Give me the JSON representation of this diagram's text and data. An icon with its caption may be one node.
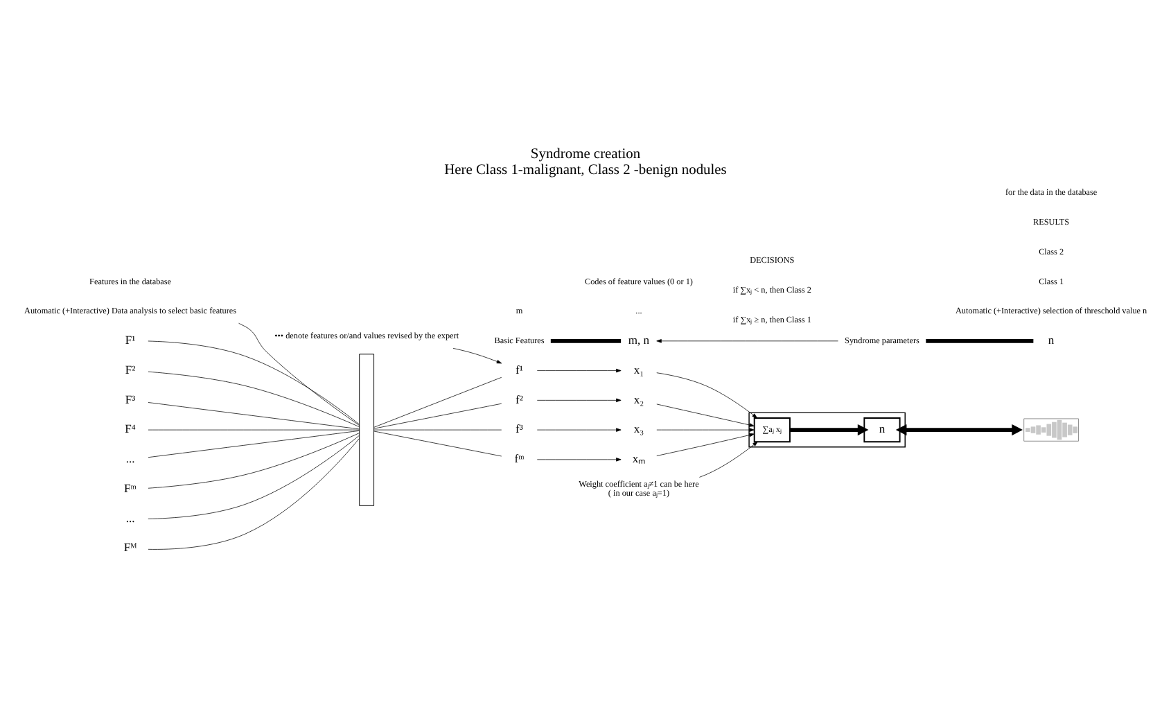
{
  "diagram": {
    "title": "Syndrome creation",
    "caption": "Here Class 1-malignant, Class 2 -benign nodules",
    "nodes": [
      {
        "text": [
          "Automatic (+Interactive) Data analysis to select basic features"
        ]
      },
      {
        "text": [
          "••• denote features or/and values revised by the expert"
        ]
      },
      {
        "text": [
          "Weight coefficient aⱼ≠1 can be here",
          "( in our case aⱼ=1)"
        ]
      },
      {
        "text": [
          "F¹"
        ]
      },
      {
        "text": [
          "F²"
        ]
      },
      {
        "text": [
          "F³"
        ]
      },
      {
        "text": [
          "F⁴"
        ]
      },
      {
        "text": [
          "..."
        ]
      },
      {
        "text": [
          "Fᵐ"
        ]
      },
      {
        "text": [
          "..."
        ]
      },
      {
        "text": [
          "Fᴹ"
        ]
      },
      {
        "text": [],
        "shape": "box"
      },
      {
        "text": [
          "f¹"
        ]
      },
      {
        "text": [
          "f²"
        ]
      },
      {
        "text": [
          "f³"
        ]
      },
      {
        "text": [
          "fᵐ"
        ]
      },
      {
        "text": [
          "x₁"
        ]
      },
      {
        "text": [
          "x₂"
        ]
      },
      {
        "text": [
          "x₃"
        ]
      },
      {
        "text": [
          "xₘ"
        ]
      },
      {
        "text": [],
        "shape": "box"
      },
      {
        "text": [
          "∑aⱼ xⱼ"
        ],
        "in": 20
      },
      {
        "text": [
          "n"
        ],
        "in": 20
      },
      {
        "text": [],
        "shape": "picture"
      },
      {
        "text": [
          "n"
        ]
      },
      {
        "text": [
          "Syndrome parameters"
        ]
      },
      {
        "text": [
          "m, n"
        ]
      },
      {
        "text": [
          "Basic Features"
        ]
      }
    ],
    "edges": [
      {
        "from": 0,
        "to": 11,
        "arrow": "none"
      },
      {
        "from": 1,
        "to": 12,
        "arrow": "to"
      },
      {
        "from": 2,
        "to": 21,
        "arrow": "to"
      },
      {
        "from": 3,
        "to": 11,
        "arrow": "none"
      },
      {
        "from": 4,
        "to": 11,
        "arrow": "none"
      },
      {
        "from": 5,
        "to": 11,
        "arrow": "none"
      },
      {
        "from": 6,
        "to": 11,
        "arrow": "none"
      },
      {
        "from": 7,
        "to": 11,
        "arrow": "none"
      },
      {
        "from": 8,
        "to": 11,
        "arrow": "none"
      },
      {
        "from": 9,
        "to": 11,
        "arrow": "none"
      },
      {
        "from": 10,
        "to": 11,
        "arrow": "none"
      },
      {
        "from": 11,
        "to": 12,
        "arrow": "none"
      },
      {
        "from": 11,
        "to": 13,
        "arrow": "none"
      },
      {
        "from": 11,
        "to": 14,
        "arrow": "none"
      },
      {
        "from": 11,
        "to": 15,
        "arrow": "none"
      },
      {
        "from": 12,
        "to": 16,
        "arrow": "to"
      },
      {
        "from": 13,
        "to": 17,
        "arrow": "to"
      },
      {
        "from": 14,
        "to": 18,
        "arrow": "to"
      },
      {
        "from": 15,
        "to": 19,
        "arrow": "to"
      },
      {
        "from": 16,
        "to": 21,
        "arrow": "to"
      },
      {
        "from": 17,
        "to": 21,
        "arrow": "to"
      },
      {
        "from": 18,
        "to": 21,
        "arrow": "to"
      },
      {
        "from": 19,
        "to": 21,
        "arrow": "to"
      },
      {
        "from": 21,
        "to": 22,
        "arrow": "to",
        "style": "thick"
      },
      {
        "from": 22,
        "to": 23,
        "arrow": "both",
        "style": "thick"
      },
      {
        "from": 24,
        "to": 25,
        "arrow": "none",
        "style": "thick"
      },
      {
        "from": 25,
        "to": 26,
        "arrow": "to"
      },
      {
        "from": 26,
        "to": 27,
        "arrow": "none",
        "style": "thick"
      }
    ],
    "labels": [
      "Automatic (+Interactive) selection of threschold value n",
      "Class 1",
      "Class 2",
      "...",
      "m",
      "Features in the database",
      "Codes of feature values (0 or 1)",
      "if ∑xⱼ ≥ n, then Class 1",
      "if ∑xⱼ < n, then Class 2",
      "DECISIONS",
      "RESULTS",
      "for the data in the database"
    ]
  }
}
